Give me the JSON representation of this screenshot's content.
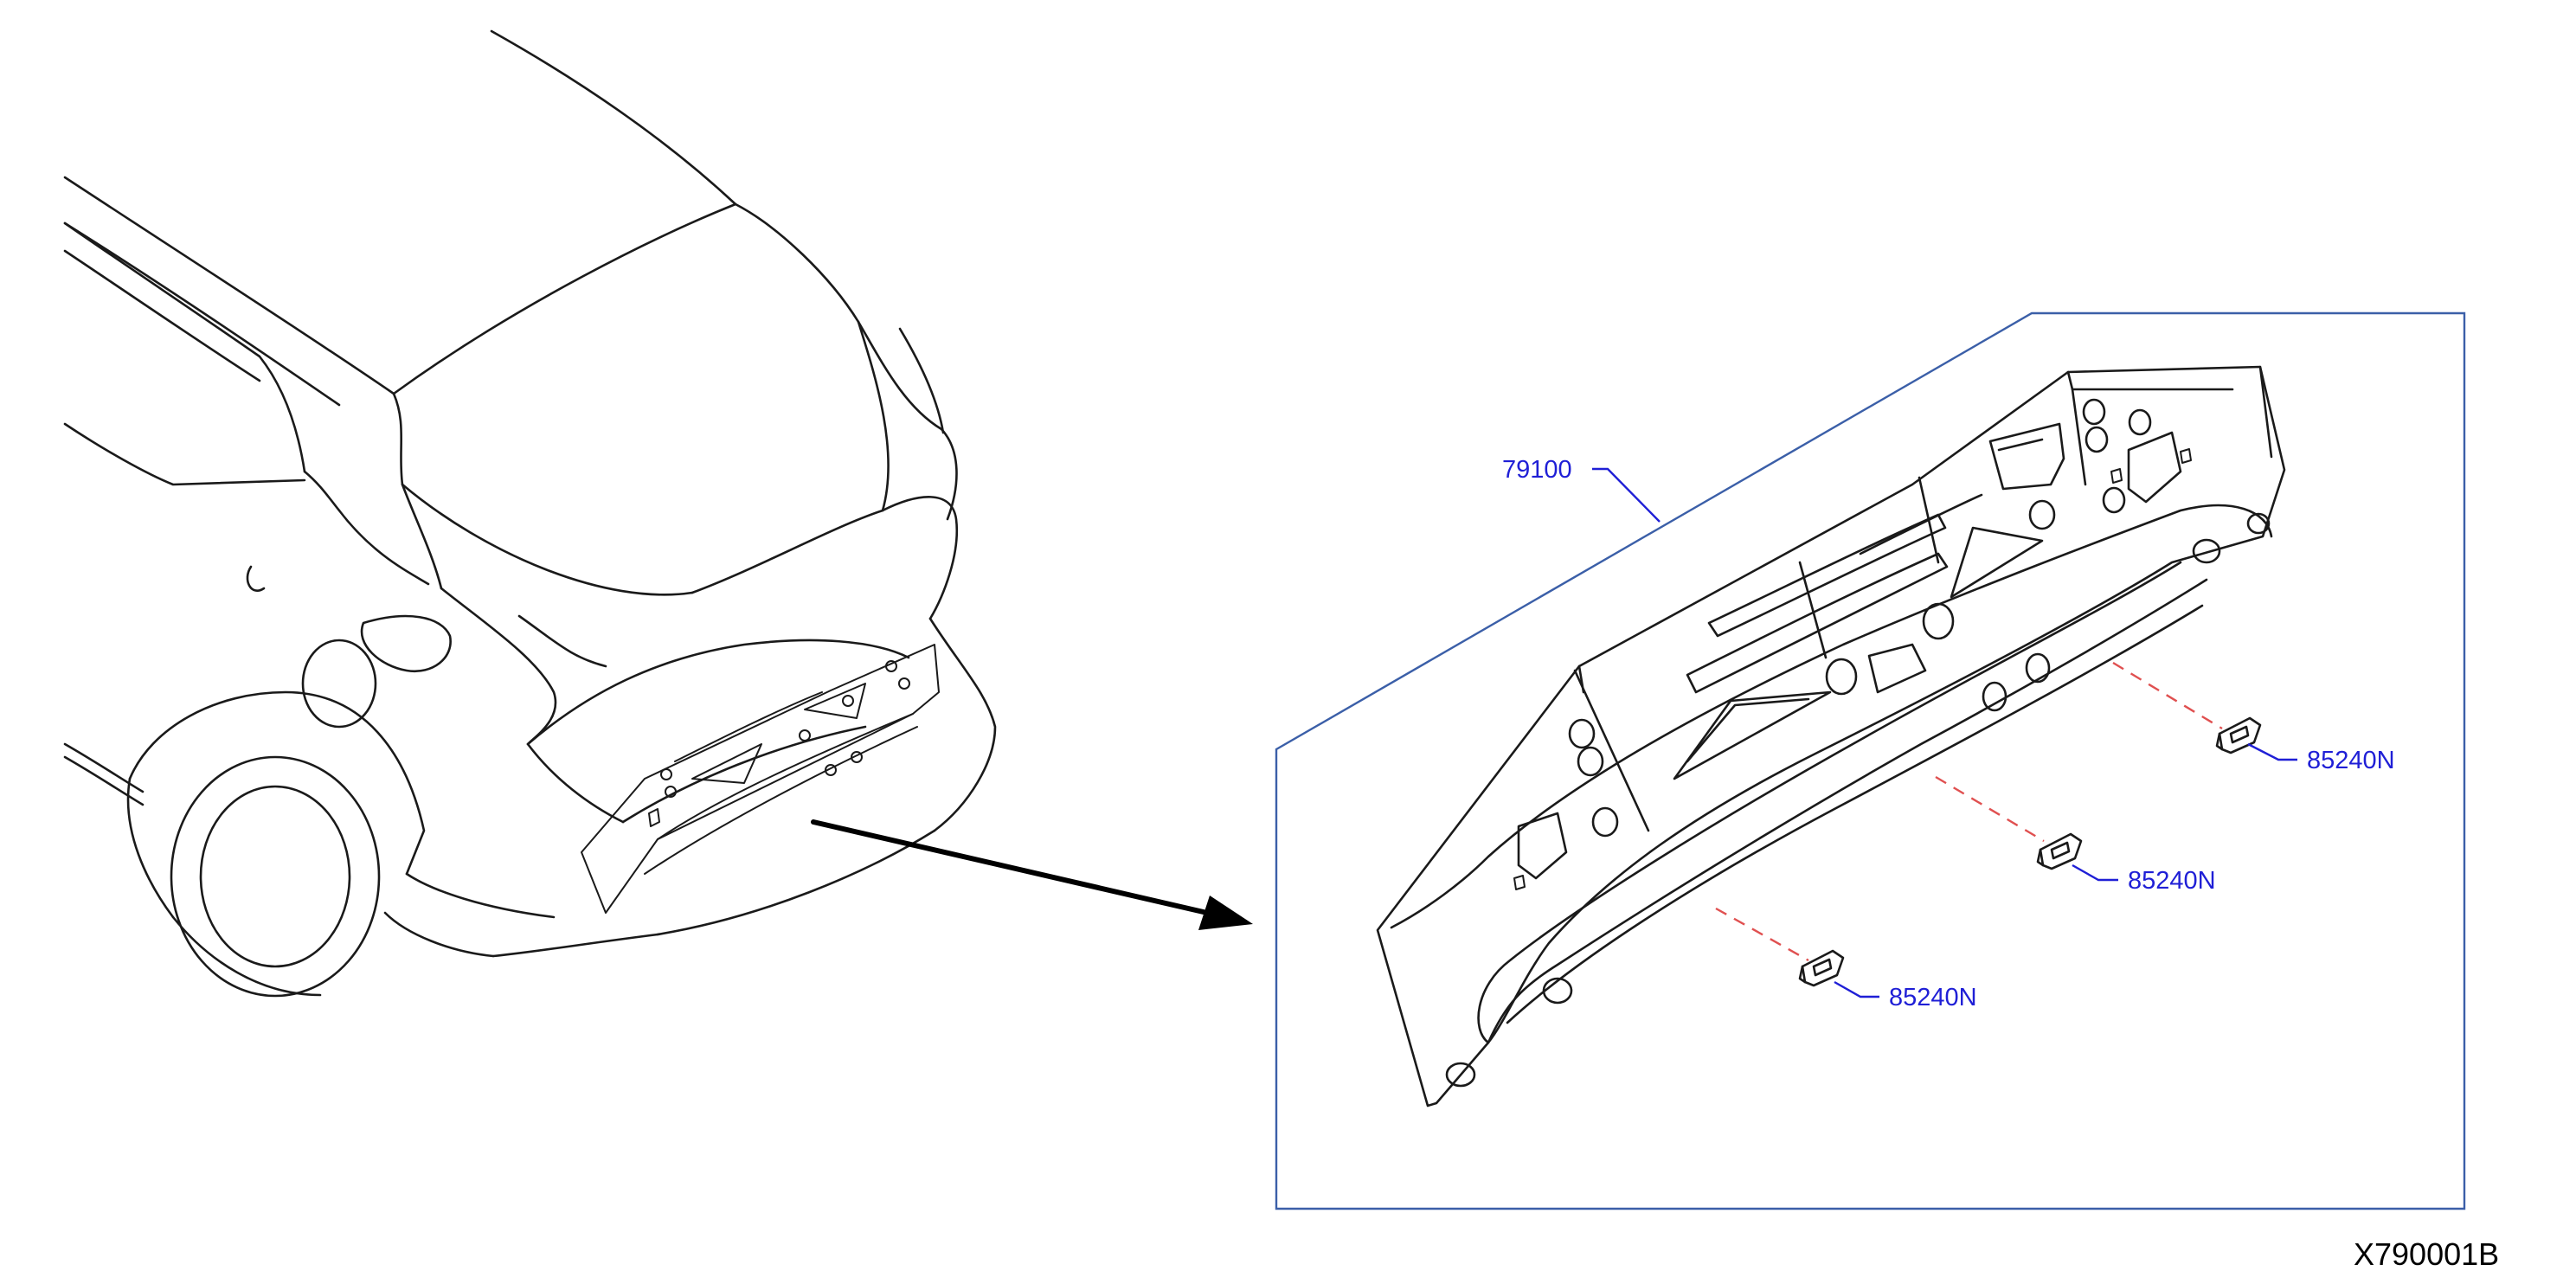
{
  "colors": {
    "line": "#1a1a1a",
    "callout": "#1f1fd6",
    "box": "#3b5fa8",
    "dash": "#e05050"
  },
  "parts": {
    "rear_panel": "79100",
    "clip_1": "85240N",
    "clip_2": "85240N",
    "clip_3": "85240N"
  },
  "figure_id": "X790001B"
}
